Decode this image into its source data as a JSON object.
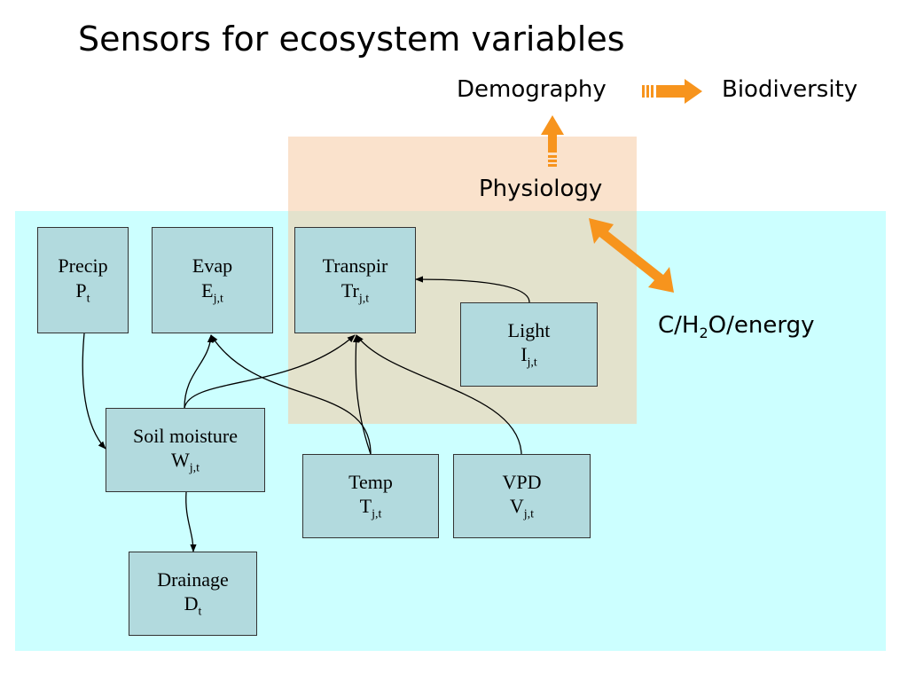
{
  "title": "Sensors for ecosystem variables",
  "labels": {
    "demography": "Demography",
    "biodiversity": "Biodiversity",
    "physiology": "Physiology",
    "fluxes_prefix": "C/H",
    "fluxes_sub": "2",
    "fluxes_suffix": "O/energy"
  },
  "nodes": {
    "precip": {
      "name": "Precip",
      "symbol": "P",
      "subscript": "t"
    },
    "evap": {
      "name": "Evap",
      "symbol": "E",
      "subscript": "j,t"
    },
    "transpir": {
      "name": "Transpir",
      "symbol": "Tr",
      "subscript": "j,t"
    },
    "light": {
      "name": "Light",
      "symbol": "I",
      "subscript": "j,t"
    },
    "soil": {
      "name": "Soil moisture",
      "symbol": "W",
      "subscript": "j,t"
    },
    "temp": {
      "name": "Temp",
      "symbol": "T",
      "subscript": "j,t"
    },
    "vpd": {
      "name": "VPD",
      "symbol": "V",
      "subscript": "j,t"
    },
    "drainage": {
      "name": "Drainage",
      "symbol": "D",
      "subscript": "t"
    }
  },
  "colors": {
    "cyan_region": "#ccffff",
    "orange_region": "#f5cba3",
    "box_fill": "#b2dade",
    "arrow_orange": "#f7941d"
  }
}
